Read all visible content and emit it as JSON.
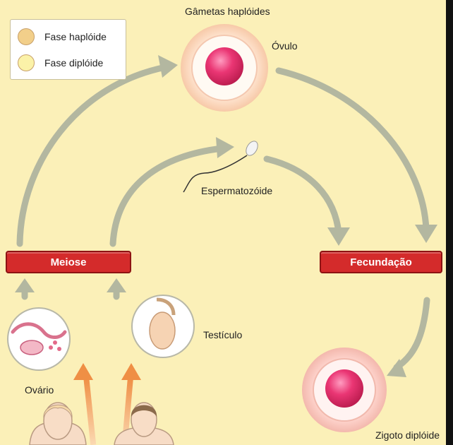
{
  "title": "Gâmetas haplóides",
  "legend": {
    "items": [
      {
        "label": "Fase haplóide",
        "color": "#f2cf8a"
      },
      {
        "label": "Fase diplóide",
        "color": "#fbf2a8"
      }
    ]
  },
  "labels": {
    "ovulo": "Óvulo",
    "espermatozoide": "Espermatozóide",
    "testiculo": "Testículo",
    "ovario": "Ovário",
    "zigoto": "Zigoto diplóide"
  },
  "stages": {
    "meiose": "Meiose",
    "fecundacao": "Fecundação"
  },
  "colors": {
    "background": "#fbf0b8",
    "arrow": "#b3b7a0",
    "stage_box": "#d42b2b",
    "cell_nucleus": "#e8326f",
    "up_arrow_orange": "#ef9a52"
  }
}
